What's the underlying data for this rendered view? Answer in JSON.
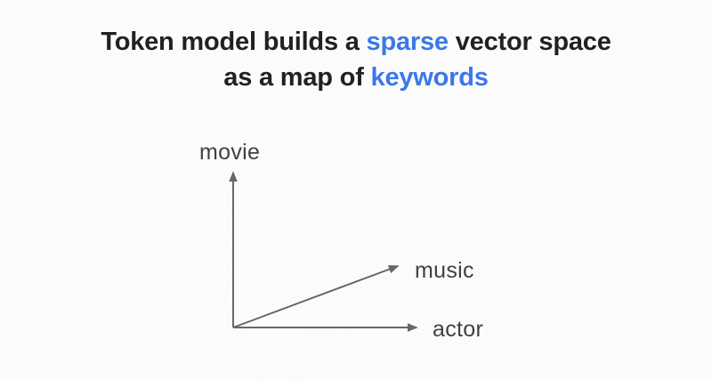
{
  "title": {
    "line1": [
      {
        "text": "Token model builds a ",
        "color": "dark"
      },
      {
        "text": "sparse",
        "color": "blue"
      },
      {
        "text": " vector space",
        "color": "dark"
      }
    ],
    "line2": [
      {
        "text": "as a map of ",
        "color": "dark"
      },
      {
        "text": "keywords",
        "color": "blue"
      }
    ]
  },
  "diagram": {
    "axes": [
      {
        "label": "movie",
        "direction": "up"
      },
      {
        "label": "music",
        "direction": "diagonal-up-right"
      },
      {
        "label": "actor",
        "direction": "right"
      }
    ]
  },
  "colors": {
    "title_text": "#1f2124",
    "highlight_blue": "#3b78e8",
    "arrow_gray": "#64676b",
    "axis_label_gray": "#3f4145",
    "background": "#fdfdfd"
  }
}
